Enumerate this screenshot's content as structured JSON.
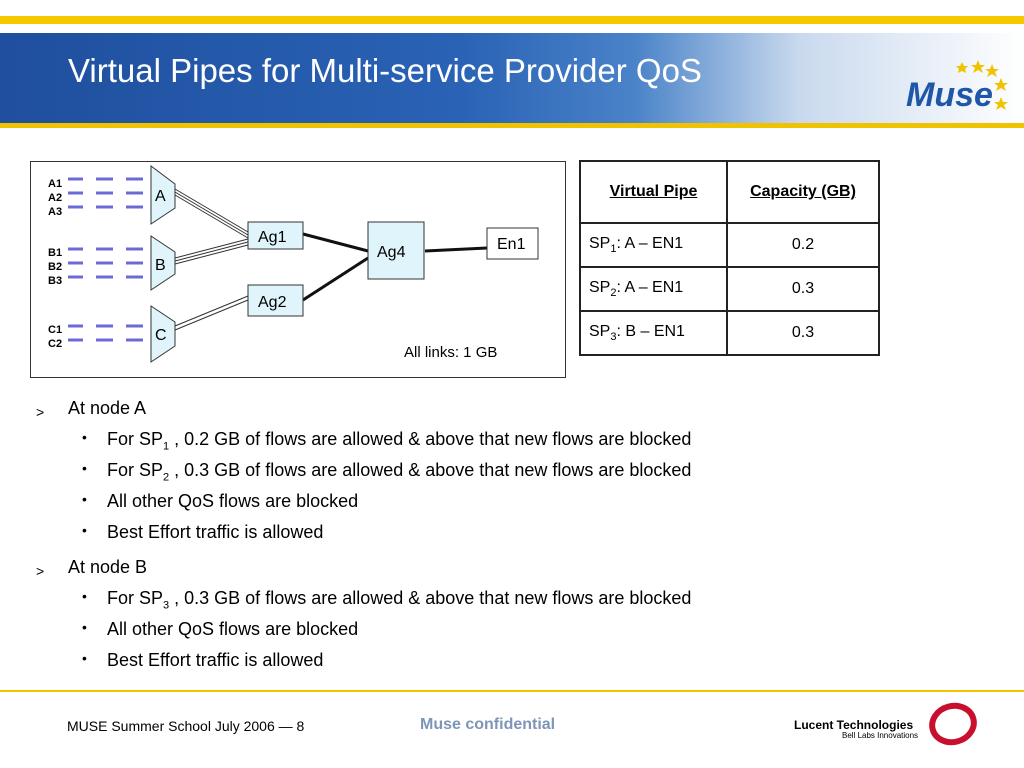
{
  "title": "Virtual Pipes for Multi-service Provider QoS",
  "logo": {
    "text": "Muse"
  },
  "diagram": {
    "flow_labels": {
      "a1": "A1",
      "a2": "A2",
      "a3": "A3",
      "b1": "B1",
      "b2": "B2",
      "b3": "B3",
      "c1": "C1",
      "c2": "C2"
    },
    "nodes": {
      "a": "A",
      "b": "B",
      "c": "C",
      "ag1": "Ag1",
      "ag2": "Ag2",
      "ag4": "Ag4",
      "en1": "En1"
    },
    "note": "All links: 1 GB"
  },
  "table": {
    "headers": [
      "Virtual Pipe",
      "Capacity (GB)"
    ],
    "rows": [
      {
        "sp": "SP",
        "sub": "1",
        "path": ": A – EN1",
        "capacity": "0.2"
      },
      {
        "sp": "SP",
        "sub": "2",
        "path": ": A – EN1",
        "capacity": "0.3"
      },
      {
        "sp": "SP",
        "sub": "3",
        "path": ": B – EN1",
        "capacity": "0.3"
      }
    ]
  },
  "bullets": {
    "marker_l1": ">",
    "marker_l2": "•",
    "sections": [
      {
        "heading": "At node A",
        "items": [
          {
            "pre": "For SP",
            "sub": "1",
            "post": " , 0.2 GB of flows are allowed & above that new flows are blocked"
          },
          {
            "pre": "For SP",
            "sub": "2",
            "post": " , 0.3 GB of flows are allowed & above that new flows are blocked"
          },
          {
            "pre": "All other QoS flows are blocked",
            "sub": "",
            "post": ""
          },
          {
            "pre": "Best Effort traffic is allowed",
            "sub": "",
            "post": ""
          }
        ]
      },
      {
        "heading": "At node B",
        "items": [
          {
            "pre": "For SP",
            "sub": "3",
            "post": " , 0.3 GB of flows are allowed & above that new flows are blocked"
          },
          {
            "pre": "All other QoS flows are blocked",
            "sub": "",
            "post": ""
          },
          {
            "pre": "Best Effort traffic is allowed",
            "sub": "",
            "post": ""
          }
        ]
      }
    ]
  },
  "footer": {
    "left": "MUSE Summer School July 2006 — 8",
    "center": "Muse confidential",
    "company": "Lucent Technologies",
    "company_sub": "Bell Labs Innovations"
  }
}
